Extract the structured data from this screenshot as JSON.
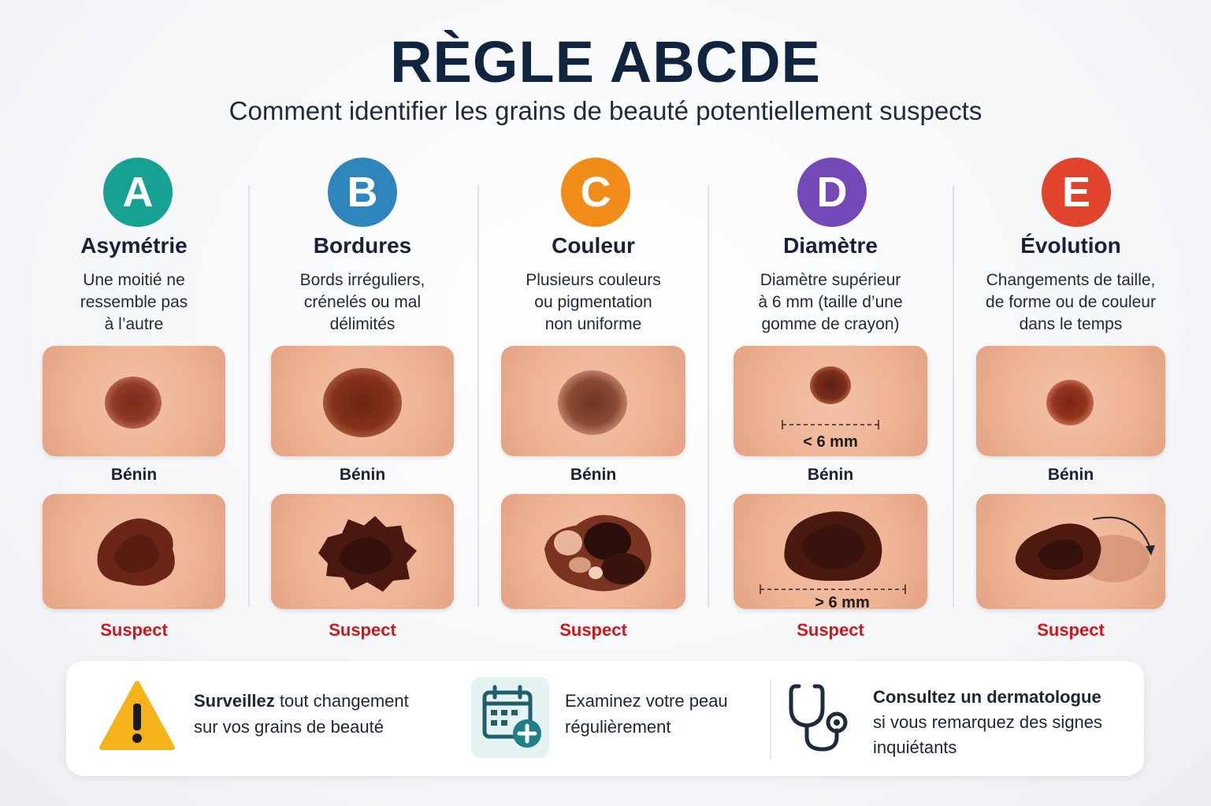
{
  "header": {
    "title": "RÈGLE ABCDE",
    "subtitle": "Comment identifier les grains de beauté potentiellement suspects"
  },
  "criteria": [
    {
      "letter": "A",
      "title": "Asymétrie",
      "desc1": "Une moitié ne",
      "desc2": "ressemble pas",
      "desc3": "à l’autre",
      "color": "#17a192",
      "benign": "Bénin",
      "suspect": "Suspect"
    },
    {
      "letter": "B",
      "title": "Bordures",
      "desc1": "Bords irréguliers,",
      "desc2": "crénelés ou mal",
      "desc3": "délimités",
      "color": "#2f86bd",
      "benign": "Bénin",
      "suspect": "Suspect"
    },
    {
      "letter": "C",
      "title": "Couleur",
      "desc1": "Plusieurs couleurs",
      "desc2": "ou pigmentation",
      "desc3": "non uniforme",
      "color": "#f28c18",
      "benign": "Bénin",
      "suspect": "Suspect"
    },
    {
      "letter": "D",
      "title": "Diamètre",
      "desc1": "Diamètre supérieur",
      "desc2": "à 6 mm (taille d’une",
      "desc3": "gomme de crayon)",
      "color": "#7448b6",
      "benign": "Bénin",
      "suspect": "Suspect",
      "small_measure": "< 6 mm",
      "large_measure": "> 6 mm"
    },
    {
      "letter": "E",
      "title": "Évolution",
      "desc1": "Changements de taille,",
      "desc2": "de forme ou de couleur",
      "desc3": "dans le temps",
      "color": "#e2452d",
      "benign": "Bénin",
      "suspect": "Suspect"
    }
  ],
  "footer": {
    "monitor_bold": "Surveillez",
    "monitor_rest1": " tout changement",
    "monitor_rest2": "sur vos grains de beauté",
    "examine1": "Examinez votre peau",
    "examine2": "régulièrement",
    "consult_bold": "Consultez un dermatologue",
    "consult2": "si vous remarquez des signes",
    "consult3": "inquiétants",
    "warning_color": "#f5b21a",
    "calendar_color": "#1e7f86"
  },
  "icons": [
    "warning-icon",
    "calendar-plus-icon",
    "stethoscope-icon",
    "growth-arrow-icon"
  ]
}
